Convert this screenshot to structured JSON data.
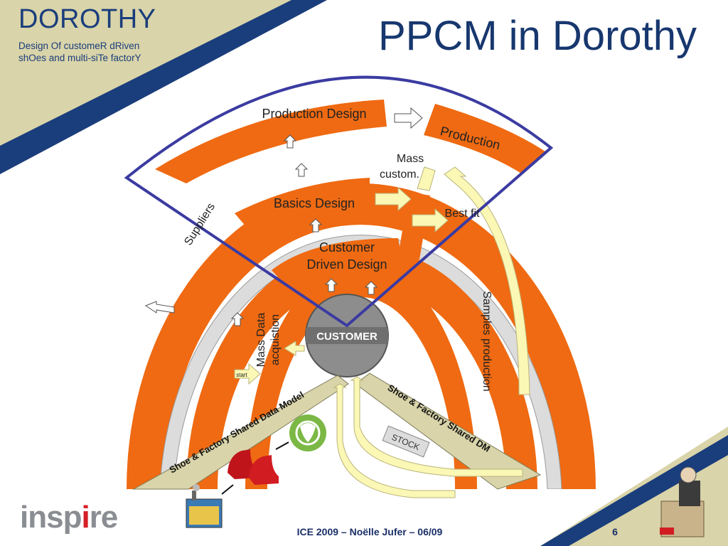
{
  "brand": {
    "name": "DOROTHY",
    "subtitle_line1": "Design Of customeR dRiven",
    "subtitle_line2": "shOes and multi-siTe factorY"
  },
  "title": "PPCM in Dorothy",
  "diagram": {
    "center": "CUSTOMER",
    "rings": {
      "production_design": "Production Design",
      "production": "Production",
      "mass_custom_1": "Mass",
      "mass_custom_2": "custom.",
      "best_fit": "Best fit",
      "basics_design": "Basics Design",
      "customer_driven_1": "Customer",
      "customer_driven_2": "Driven Design",
      "suppliers": "Suppliers",
      "mass_data_1": "Mass Data",
      "mass_data_2": "acquistion",
      "samples_production": "Samples production",
      "start": "start"
    },
    "bands": {
      "left": "Shoe & Factory Shared Data Model",
      "right": "Shoe & Factory Shared DM",
      "stock": "STOCK"
    }
  },
  "footer": "ICE 2009 – Noëlle Jufer – 06/09",
  "page_number": "6",
  "logo": {
    "part1": "insp",
    "part2": "i",
    "part3": "re"
  },
  "colors": {
    "navy": "#1a3d7c",
    "orange": "#ef6a12",
    "sand": "#d9d4a9",
    "yellow": "#fbf7b5",
    "purple": "#3b3ba2"
  }
}
